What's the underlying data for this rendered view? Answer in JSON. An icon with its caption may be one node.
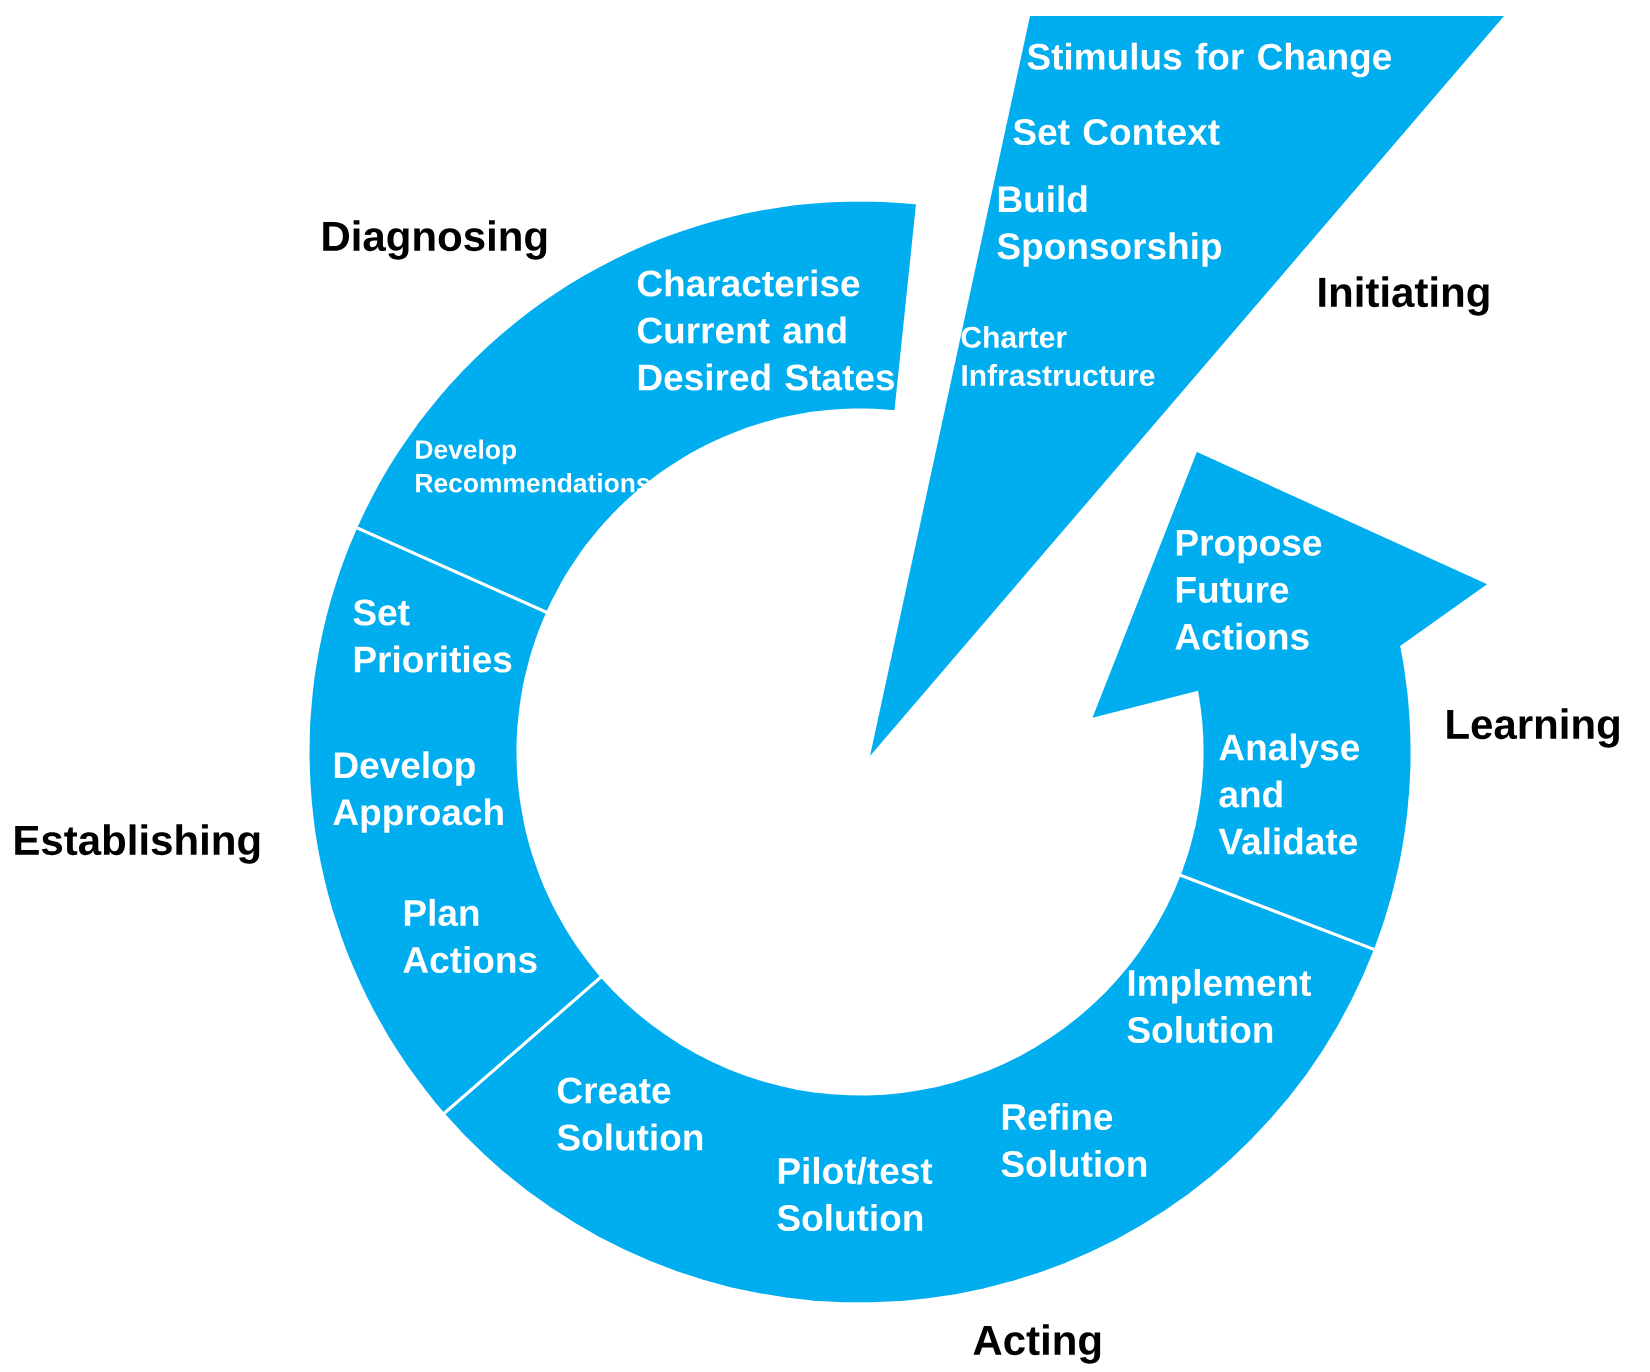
{
  "diagram": {
    "nodes": [
      {
        "text": [
          "Initiating",
          "Stimulus for Change",
          "Set Context",
          "Build Sponsorship",
          "Charter Infrastructure"
        ]
      },
      {
        "text": [
          "Diagnosing",
          "Characterise Current and Desired States",
          "Develop Recommendations"
        ]
      },
      {
        "text": [
          "Establishing",
          "Set Priorities",
          "Develop Approach",
          "Plan Actions"
        ]
      },
      {
        "text": [
          "Acting",
          "Create Solution",
          "Pilot/test Solution",
          "Refine Solution",
          "Implement Solution"
        ]
      },
      {
        "text": [
          "Learning",
          "Propose Future Actions",
          "Analyse and Validate"
        ]
      }
    ]
  }
}
